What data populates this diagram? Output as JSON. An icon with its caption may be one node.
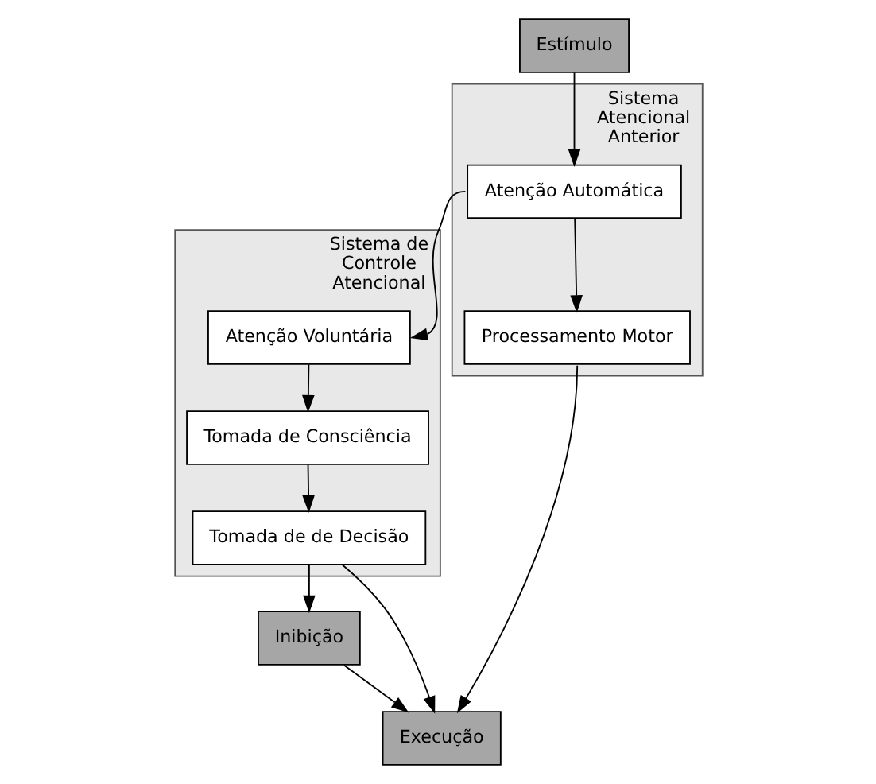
{
  "diagram": {
    "nodes": [
      {
        "text": [
          "Estímulo"
        ]
      },
      {
        "text": [
          "Sistema Atencional Anterior"
        ]
      },
      {
        "text": [
          "Sistema de Controle Atencional"
        ]
      },
      {
        "text": [
          "Atenção Voluntária"
        ],
        "in": 2
      },
      {
        "text": [
          "Atenção Automática"
        ],
        "in": 1
      },
      {
        "text": [
          "Tomada de Consciência"
        ],
        "in": 2
      },
      {
        "text": [
          "Processamento Motor"
        ],
        "in": 1
      },
      {
        "text": [
          "Tomada de de Decisão"
        ],
        "in": 2
      },
      {
        "text": [
          "Inibição"
        ]
      },
      {
        "text": [
          "Execução"
        ]
      }
    ],
    "edges": [
      {
        "from": 0,
        "to": 4,
        "arrow": "to"
      },
      {
        "from": 4,
        "to": 3,
        "arrow": "to"
      },
      {
        "from": 3,
        "to": 5,
        "arrow": "to"
      },
      {
        "from": 5,
        "to": 7,
        "arrow": "to"
      },
      {
        "from": 4,
        "to": 6,
        "arrow": "to"
      },
      {
        "from": 6,
        "to": 9,
        "arrow": "to"
      },
      {
        "from": 7,
        "to": 8,
        "arrow": "to"
      },
      {
        "from": 7,
        "to": 9,
        "arrow": "to"
      },
      {
        "from": 8,
        "to": 9,
        "arrow": "to"
      }
    ]
  }
}
